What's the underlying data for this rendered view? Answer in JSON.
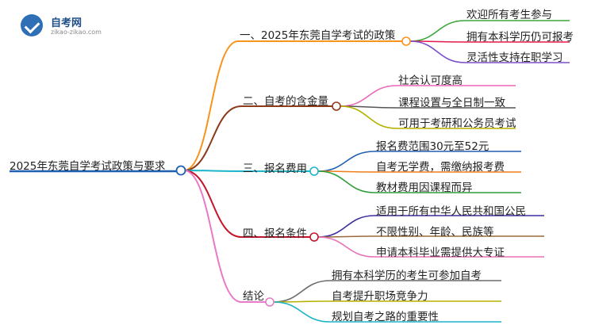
{
  "logo": {
    "title": "自考网",
    "subtitle": "zikao-zikao.com",
    "icon": "graduation-cap-icon"
  },
  "root": "2025年东莞自学考试政策与要求",
  "branches": [
    {
      "label": "一、2025年东莞自学考试的政策",
      "color": "#f7941d",
      "leaves": [
        {
          "label": "欢迎所有考生参与",
          "color": "#3aa63a"
        },
        {
          "label": "拥有本科学历仍可报考",
          "color": "#e6194b"
        },
        {
          "label": "灵活性支持在职学习",
          "color": "#7b4fc9"
        }
      ]
    },
    {
      "label": "二、自考的含金量",
      "color": "#8b3a1a",
      "leaves": [
        {
          "label": "社会认可度高",
          "color": "#e867b8"
        },
        {
          "label": "课程设置与全日制一致",
          "color": "#555555"
        },
        {
          "label": "可用于考研和公务员考试",
          "color": "#b5b100"
        }
      ]
    },
    {
      "label": "三、报名费用",
      "color": "#1bb5c9",
      "leaves": [
        {
          "label": "报名费范围30元至52元",
          "color": "#1f5fb0"
        },
        {
          "label": "自考无学费，需缴纳报考费",
          "color": "#f07c1a"
        },
        {
          "label": "教材费用因课程而异",
          "color": "#2e9e3a"
        }
      ]
    },
    {
      "label": "四、报名条件",
      "color": "#c4162a",
      "leaves": [
        {
          "label": "适用于所有中华人民共和国公民",
          "color": "#3a2f9e"
        },
        {
          "label": "不限性别、年龄、民族等",
          "color": "#9a6b3a"
        },
        {
          "label": "申请本科毕业需提供大专证",
          "color": "#e870b8"
        }
      ]
    },
    {
      "label": "结论",
      "color": "#e87ac8",
      "leaves": [
        {
          "label": "拥有本科学历的考生可参加自考",
          "color": "#6b6b6b"
        },
        {
          "label": "自考提升职场竞争力",
          "color": "#b5b100"
        },
        {
          "label": "规划自考之路的重要性",
          "color": "#1bb5c9"
        }
      ]
    }
  ],
  "root_color": "#1f5fb0"
}
